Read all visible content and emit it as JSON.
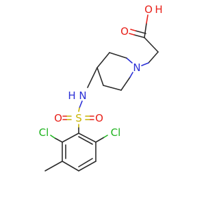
{
  "molecule": {
    "atoms": {
      "oh_label": "O",
      "oh_h_label": "H",
      "carbonyl_o_label": "O",
      "ring_n_label": "N",
      "nh_n_label": "N",
      "nh_h_label": "H",
      "s_label": "S",
      "so_left_label": "O",
      "so_right_label": "O",
      "cl_left_label": "Cl",
      "cl_right_label": "Cl"
    },
    "colors": {
      "carbon": "#2b2b2b",
      "oxygen": "#e8211a",
      "nitrogen": "#2a2fd6",
      "sulfur": "#c8b400",
      "chlorine": "#1db31d"
    }
  }
}
